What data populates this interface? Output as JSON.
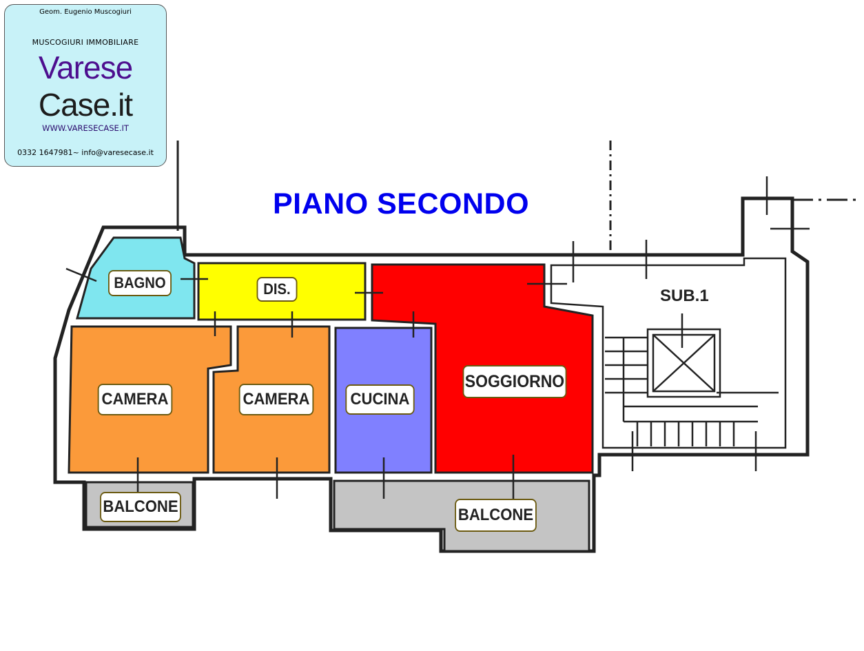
{
  "agency": {
    "geom": "Geom. Eugenio Muscogiuri",
    "name": "MUSCOGIURI IMMOBILIARE",
    "brand_line1": "Varese",
    "brand_line2": "Case.it",
    "website": "WWW.VARESECASE.IT",
    "contact": "0332 1647981~ info@varesecase.it"
  },
  "plan": {
    "title": "PIANO SECONDO",
    "rooms": {
      "bagno": "BAGNO",
      "dis": "DIS.",
      "camera1": "CAMERA",
      "camera2": "CAMERA",
      "cucina": "CUCINA",
      "soggiorno": "SOGGIORNO",
      "balcone1": "BALCONE",
      "balcone2": "BALCONE",
      "sub": "SUB.1"
    },
    "colors": {
      "bagno": "#7fe6ef",
      "dis": "#ffff00",
      "camera": "#fb9a3a",
      "cucina": "#8080ff",
      "soggiorno": "#ff0000",
      "balcone": "#c4c4c4"
    }
  }
}
